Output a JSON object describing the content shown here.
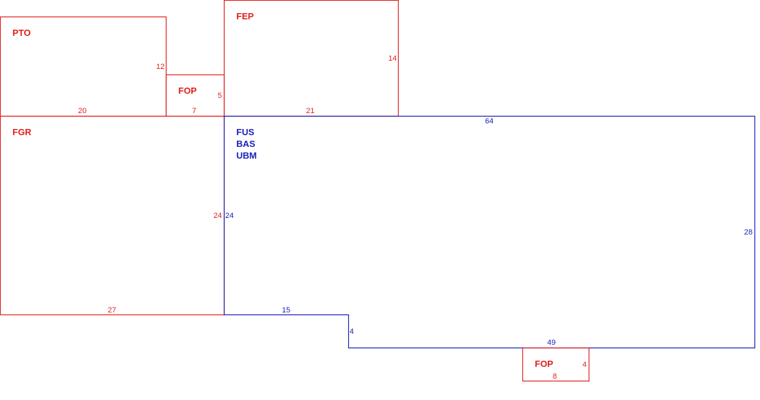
{
  "colors": {
    "red": "#e0201e",
    "blue": "#1a22b8"
  },
  "areas": {
    "pto": {
      "label": "PTO",
      "dims": {
        "right": "12",
        "bottom": "20"
      }
    },
    "fop_top": {
      "label": "FOP",
      "dims": {
        "right": "5",
        "bottom": "7"
      }
    },
    "fep": {
      "label": "FEP",
      "dims": {
        "right": "14",
        "bottom": "21"
      }
    },
    "fgr": {
      "label": "FGR",
      "dims": {
        "right": "24",
        "bottom": "27"
      }
    },
    "main": {
      "labels": [
        "FUS",
        "BAS",
        "UBM"
      ],
      "dims": {
        "top": "64",
        "left": "24",
        "right": "28",
        "bottom_left": "15",
        "step": "4",
        "bottom_right": "49"
      }
    },
    "fop_bottom": {
      "label": "FOP",
      "dims": {
        "right": "4",
        "bottom": "8"
      }
    }
  }
}
